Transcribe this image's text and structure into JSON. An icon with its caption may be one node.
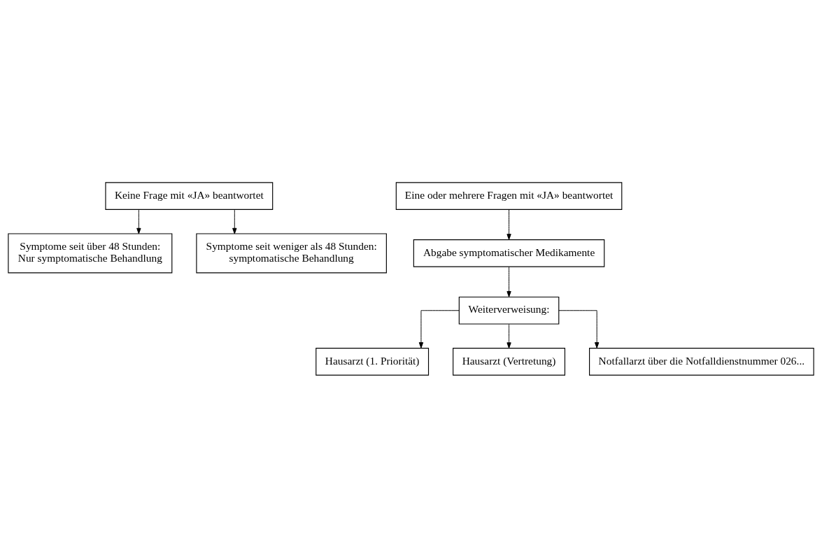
{
  "diagram": {
    "nodes": [
      {
        "text": [
          "Keine Frage mit «JA» beantwortet"
        ]
      },
      {
        "text": [
          "Symptome seit über 48 Stunden:",
          "Nur symptomatische Behandlung"
        ]
      },
      {
        "text": [
          "Symptome seit weniger als 48 Stunden:",
          "symptomatische Behandlung"
        ]
      },
      {
        "text": [
          "Eine oder mehrere Fragen mit «JA» beantwortet"
        ]
      },
      {
        "text": [
          "Abgabe symptomatischer Medikamente"
        ]
      },
      {
        "text": [
          "Weiterverweisung:"
        ]
      },
      {
        "text": [
          "Hausarzt (1. Priorität)"
        ]
      },
      {
        "text": [
          "Hausarzt (Vertretung)"
        ]
      },
      {
        "text": [
          "Notfallarzt über die Notfalldienstnummer 026..."
        ]
      }
    ],
    "edges": [
      {
        "from": 0,
        "to": 1,
        "arrow": "to"
      },
      {
        "from": 0,
        "to": 2,
        "arrow": "to"
      },
      {
        "from": 3,
        "to": 4,
        "arrow": "to"
      },
      {
        "from": 4,
        "to": 5,
        "arrow": "to"
      },
      {
        "from": 5,
        "to": 6,
        "arrow": "to"
      },
      {
        "from": 5,
        "to": 7,
        "arrow": "to"
      },
      {
        "from": 5,
        "to": 8,
        "arrow": "to"
      }
    ]
  }
}
